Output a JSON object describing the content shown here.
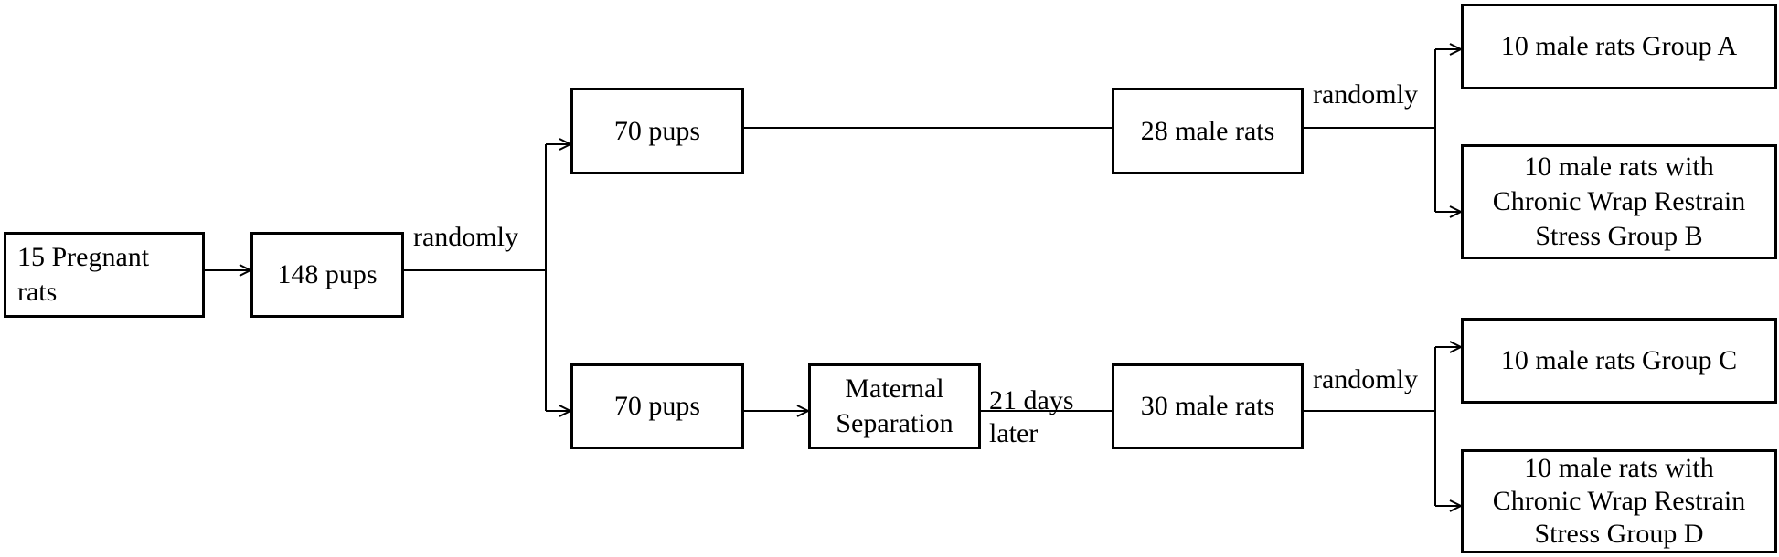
{
  "nodes": {
    "pregnant": "15   Pregnant\nrats",
    "pups148": "148 pups",
    "pups70_top": "70 pups",
    "pups70_bottom": "70 pups",
    "maternal": "Maternal\nSeparation",
    "male28": "28 male rats",
    "male30": "30 male rats",
    "groupA": "10 male rats Group A",
    "groupB": "10 male rats with\nChronic Wrap Restrain\nStress  Group B",
    "groupC": "10 male rats Group C",
    "groupD": "10 male rats with\nChronic Wrap Restrain\nStress  Group D"
  },
  "edge_labels": {
    "randomly_1": "randomly",
    "randomly_2": "randomly",
    "randomly_3": "randomly",
    "days_later": "21 days\nlater"
  }
}
